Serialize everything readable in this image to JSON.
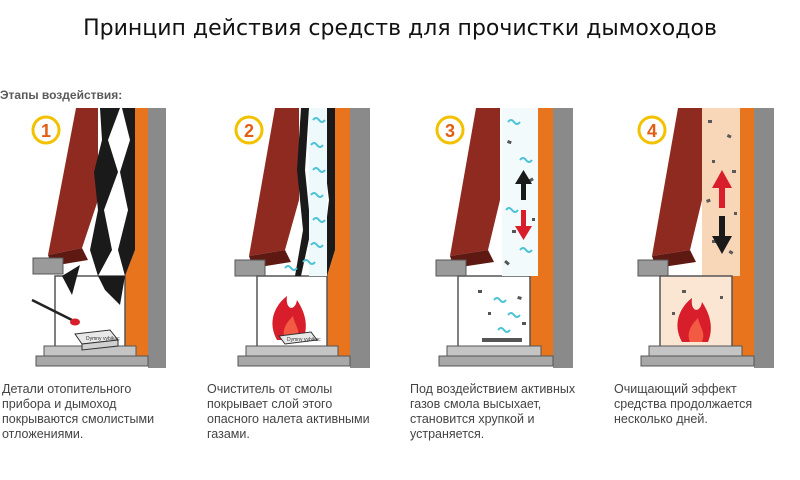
{
  "title": "Принцип действия средств для прочистки дымоходов",
  "stages_label": "Этапы воздействия:",
  "colors": {
    "brick": "#8e2a1f",
    "brick_dark": "#5e1a12",
    "orange": "#e8751e",
    "wall_grey": "#8a8a8a",
    "soot": "#1a1a1a",
    "flame": "#d81e2a",
    "badge_border": "#f2c200",
    "badge_text": "#e35d12",
    "cyan": "#4fc3d6"
  },
  "stages": [
    {
      "number": "1",
      "box_label": "Dymny vybikac",
      "caption": "Детали отопительного прибора и дымоход покрываются смолистыми отложениями.",
      "icons": [
        "lit-match-icon",
        "cleaning-agent-box-icon",
        "soot-deposits-icon"
      ]
    },
    {
      "number": "2",
      "box_label": "Dymny vybikac",
      "caption": "Очиститель от смолы покрывает слой этого опасного налета активными газами.",
      "icons": [
        "flame-icon",
        "cleaning-agent-box-icon",
        "active-gas-icon"
      ]
    },
    {
      "number": "3",
      "box_label": "",
      "caption": "Под воздействием активных газов смола высыхает, становится хрупкой и устраняется.",
      "icons": [
        "arrow-up-icon",
        "arrow-down-icon",
        "active-gas-icon",
        "debris-icon"
      ]
    },
    {
      "number": "4",
      "box_label": "",
      "caption": "Очищающий эффект средства продолжается несколько дней.",
      "icons": [
        "arrow-up-icon",
        "arrow-down-icon",
        "flame-icon",
        "debris-icon"
      ]
    }
  ]
}
